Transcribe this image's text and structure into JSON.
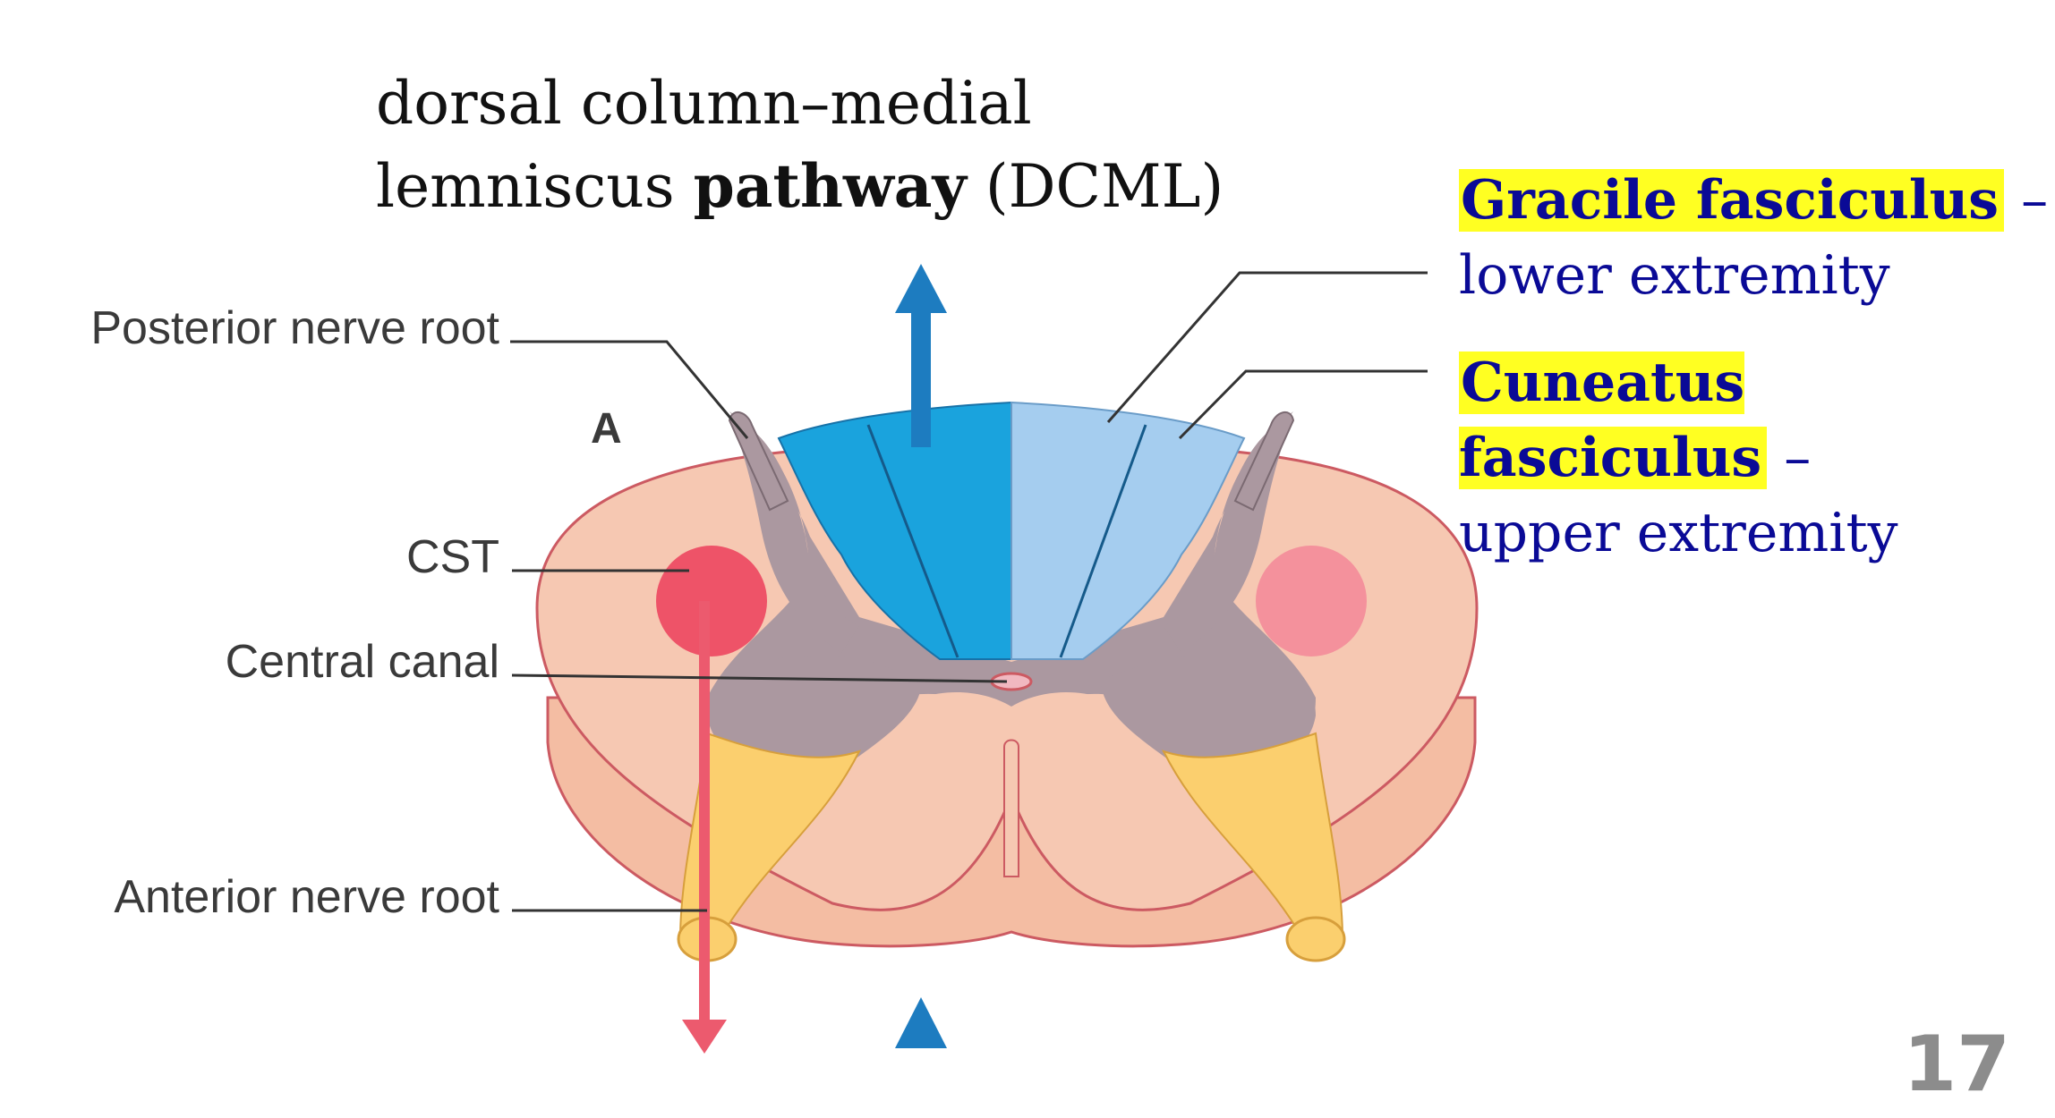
{
  "title": {
    "line1": "dorsal column–medial",
    "line2_pre": "lemniscus ",
    "line2_bold": "pathway",
    "line2_post": " (DCML)"
  },
  "callouts": {
    "gracile": {
      "name": "Gracile fasciculus",
      "dash": " –",
      "desc": "lower extremity"
    },
    "cuneatus": {
      "name": "Cuneatus fasciculus",
      "dash": " –",
      "desc": "upper extremity"
    }
  },
  "diagram": {
    "panel_letter": "A",
    "labels": {
      "posterior_root": "Posterior nerve root",
      "cst": "CST",
      "central_canal": "Central canal",
      "anterior_root": "Anterior nerve root"
    },
    "colors": {
      "white_matter": "#f6c8b2",
      "white_matter_edge": "#cc5a62",
      "grey_matter": "#ab98a0",
      "gracile": "#1aa3dd",
      "cuneatus": "#a5cdef",
      "cst_left": "#ee5368",
      "cst_right": "#f4919c",
      "root": "#fbcf6e",
      "ascending_arrow": "#1d7cc0",
      "descending_arrow": "#ec5a6e",
      "highlight": "#ffff22",
      "callout_text": "#0a0a96"
    }
  },
  "page_number": "17"
}
